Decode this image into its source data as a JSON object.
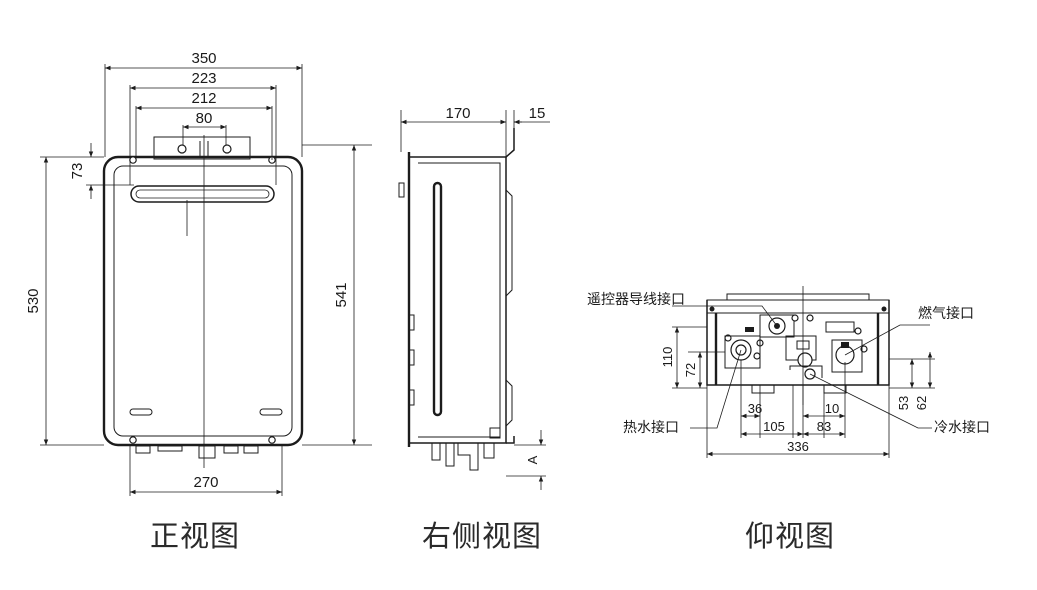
{
  "front_view": {
    "caption": "正视图",
    "dims": {
      "width_total": "350",
      "width_bracket": "223",
      "width_holes": "212",
      "width_center": "80",
      "height_top": "73",
      "height_body": "530",
      "height_total": "541",
      "width_bottom": "270"
    }
  },
  "side_view": {
    "caption": "右侧视图",
    "dims": {
      "depth": "170",
      "offset": "15",
      "pipe_label": "A"
    }
  },
  "bottom_view": {
    "caption": "仰视图",
    "labels": {
      "remote": "遥控器导线接口",
      "gas": "燃气接口",
      "hot": "热水接口",
      "cold": "冷水接口"
    },
    "dims": {
      "h110": "110",
      "h72": "72",
      "w36": "36",
      "w10": "10",
      "w105": "105",
      "w83": "83",
      "w336": "336",
      "h53": "53",
      "h62": "62"
    }
  },
  "colors": {
    "line": "#1c1c1c",
    "text": "#1a1a1a",
    "background": "#ffffff"
  }
}
